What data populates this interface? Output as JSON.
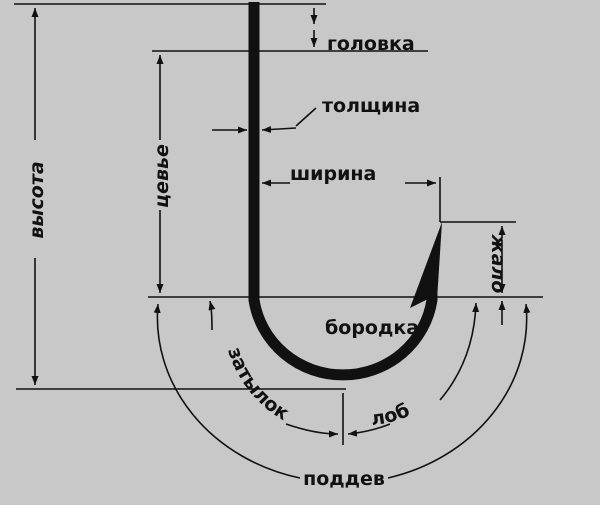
{
  "diagram": {
    "labels": {
      "head": "головка",
      "thickness": "толщина",
      "width": "ширина",
      "shank": "цевье",
      "height": "высота",
      "point": "жало",
      "barb": "бородка",
      "back": "затылок",
      "front": "лоб",
      "bend": "поддев"
    }
  },
  "colors": {
    "background": "#c8c8c8",
    "ink": "#111111"
  }
}
